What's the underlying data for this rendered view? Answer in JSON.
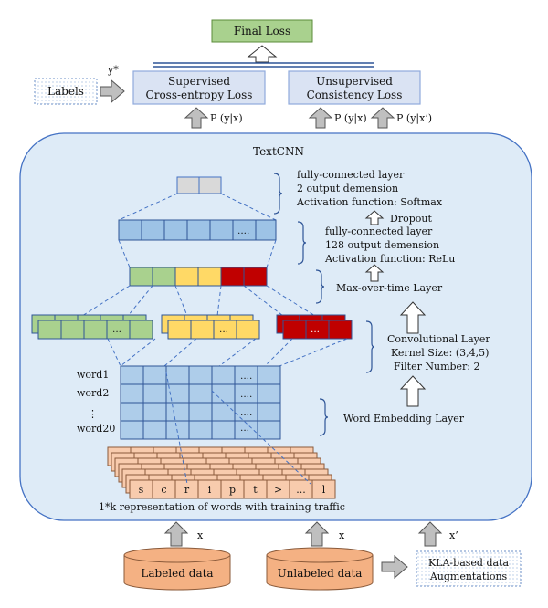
{
  "final_loss": "Final Loss",
  "labels_box": "Labels",
  "y_star": "y*",
  "supervised": [
    "Supervised",
    "Cross-entropy Loss"
  ],
  "unsupervised": [
    "Unsupervised",
    "Consistency Loss"
  ],
  "p_y_x_1": "P (y|x)",
  "p_y_x_2": "P (y|x)",
  "p_y_x_prime": "P (y|x’)",
  "textcnn_title": "TextCNN",
  "fc2": [
    "fully-connected layer",
    "2 output demension",
    "Activation function: Softmax"
  ],
  "dropout": "Dropout",
  "fc128": [
    "fully-connected layer",
    "128 output demension",
    "Activation function: ReLu"
  ],
  "maxpool": "Max-over-time Layer",
  "conv": [
    "Convolutional Layer",
    "Kernel Size: (3,4,5)",
    "Filter Number: 2"
  ],
  "word_embedding": "Word Embedding Layer",
  "word_labels": [
    "word1",
    "word2",
    "⋮",
    "word20"
  ],
  "chars": [
    "s",
    "c",
    "r",
    "i",
    "p",
    "t",
    ">",
    "...",
    "l"
  ],
  "dots": "....",
  "dots_short": "...",
  "char_caption": "1*k representation of words with training traffic",
  "x_label_1": "x",
  "x_label_2": "x",
  "x_prime_label": "x’",
  "labeled_data": "Labeled data",
  "unlabeled_data": "Unlabeled data",
  "kla": [
    "KLA-based data",
    "Augmentations"
  ],
  "colors": {
    "green": "#a9d18e",
    "blue": "#9dc3e6",
    "yellow": "#ffd966",
    "red": "#c00000",
    "salmon": "#f8cbad",
    "cylinder": "#f4b183",
    "panel": "#deebf7",
    "loss": "#dae3f3",
    "grey": "#d9d9d9",
    "final": "#a9d18e"
  }
}
